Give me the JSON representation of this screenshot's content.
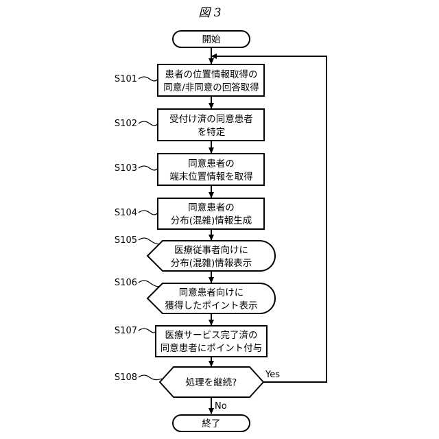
{
  "figure_title": "図 3",
  "start": "開始",
  "end": "終了",
  "steps": [
    {
      "id": "S101",
      "line1": "患者の位置情報取得の",
      "line2": "同意/非同意の回答取得"
    },
    {
      "id": "S102",
      "line1": "受付け済の同意患者",
      "line2": "を特定"
    },
    {
      "id": "S103",
      "line1": "同意患者の",
      "line2": "端末位置情報を取得"
    },
    {
      "id": "S104",
      "line1": "同意患者の",
      "line2": "分布(混雑)情報生成"
    },
    {
      "id": "S105",
      "line1": "医療従事者向けに",
      "line2": "分布(混雑)情報表示"
    },
    {
      "id": "S106",
      "line1": "同意患者向けに",
      "line2": "獲得したポイント表示"
    },
    {
      "id": "S107",
      "line1": "医療サービス完了済の",
      "line2": "同意患者にポイント付与"
    }
  ],
  "decision": {
    "id": "S108",
    "text": "処理を継続?",
    "yes": "Yes",
    "no": "No"
  }
}
